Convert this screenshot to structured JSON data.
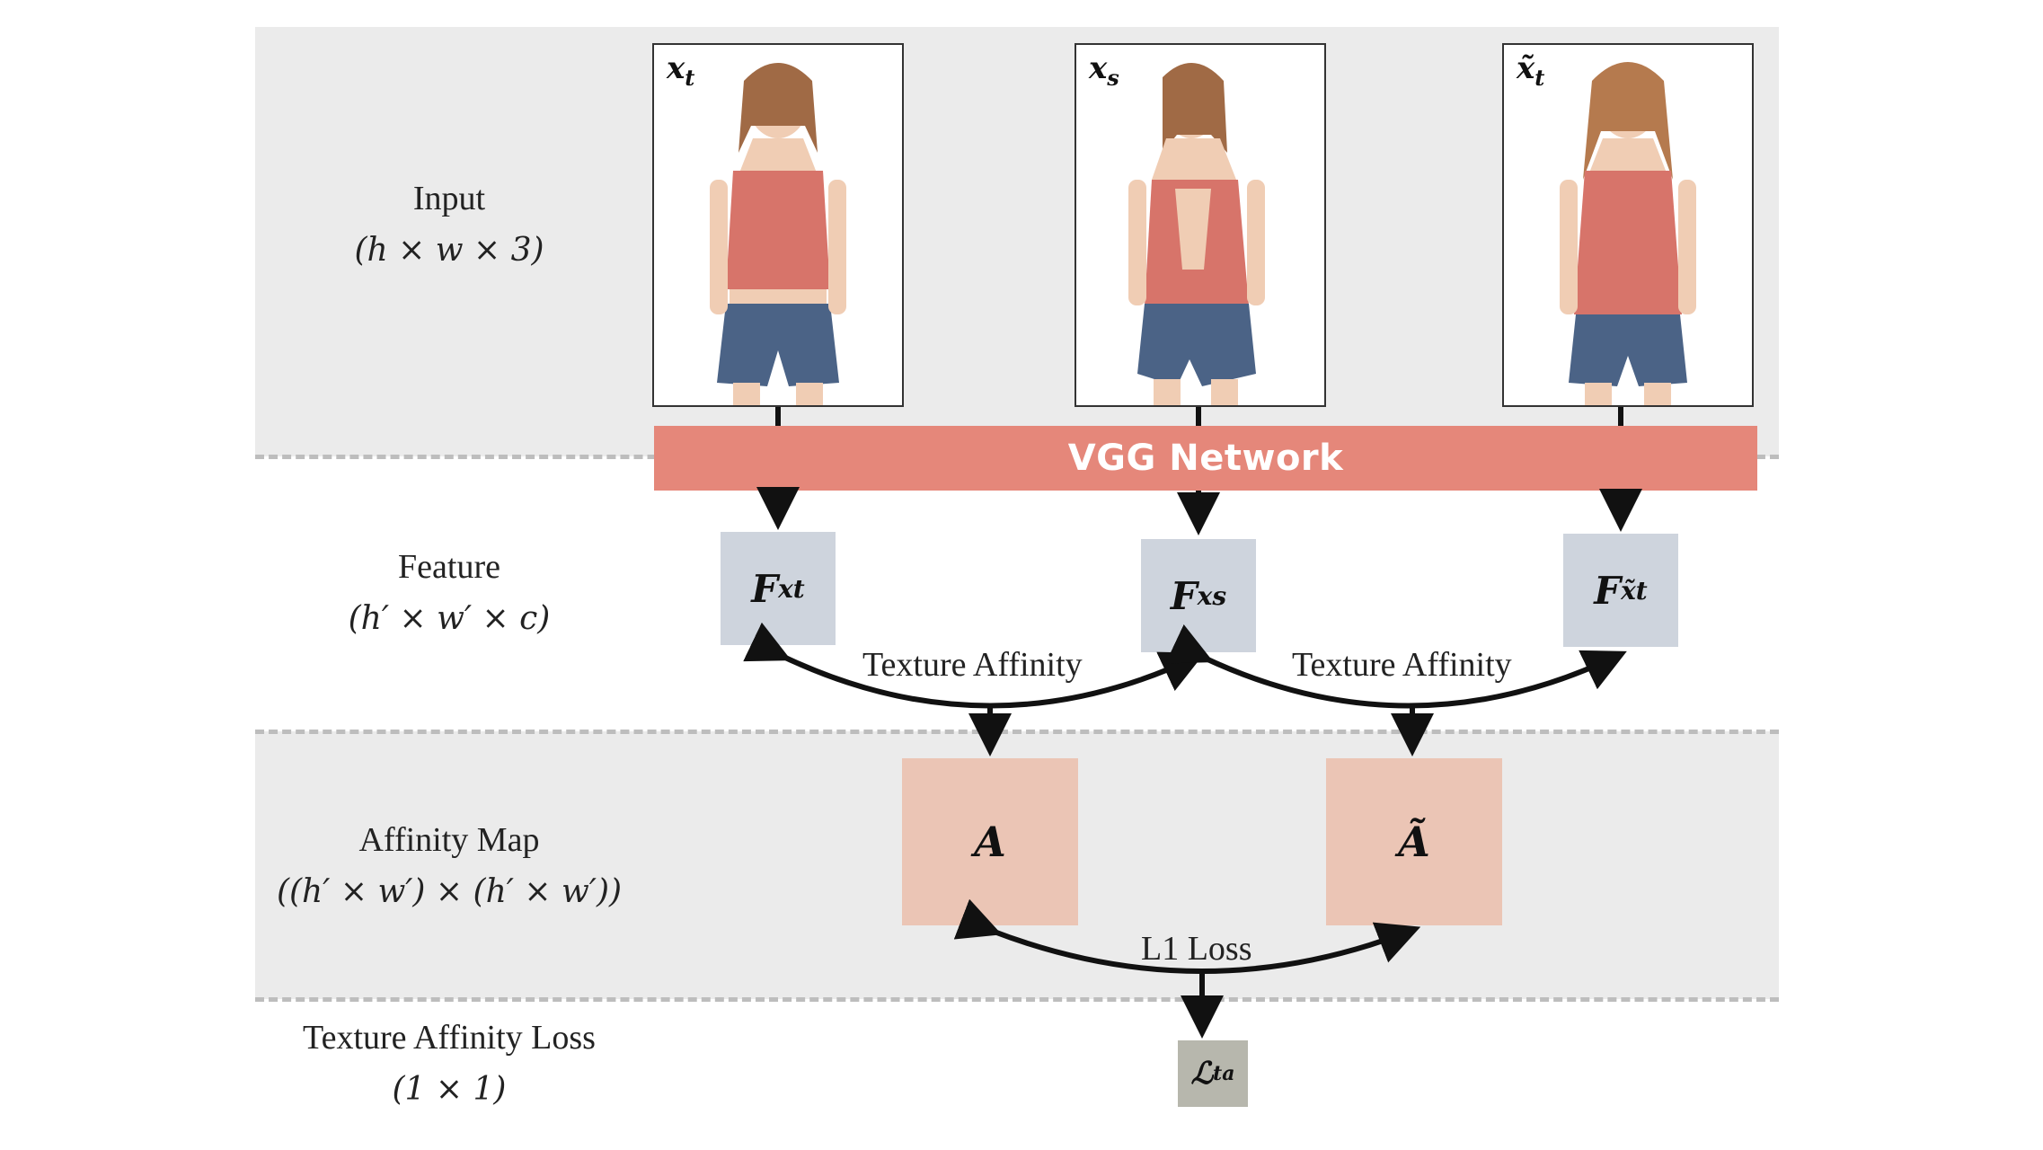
{
  "rows": {
    "input": {
      "title": "Input",
      "dims": "(h × w × 3)"
    },
    "feature": {
      "title": "Feature",
      "dims": "(h′ × w′ × c)"
    },
    "affinity": {
      "title": "Affinity Map",
      "dims": "((h′ × w′) × (h′ × w′))"
    },
    "loss": {
      "title": "Texture Affinity Loss",
      "dims": "(1 × 1)"
    }
  },
  "images": [
    {
      "symbol": "x",
      "sub": "t"
    },
    {
      "symbol": "x",
      "sub": "s"
    },
    {
      "symbol": "x̃",
      "sub": "t"
    }
  ],
  "network": {
    "label": "VGG Network"
  },
  "features": [
    {
      "symbol": "F",
      "sub": "xt"
    },
    {
      "symbol": "F",
      "sub": "xs"
    },
    {
      "symbol": "F",
      "sub": "x̃t"
    }
  ],
  "edges": {
    "texture_affinity_1": "Texture Affinity",
    "texture_affinity_2": "Texture Affinity",
    "l1_loss": "L1 Loss"
  },
  "affinity_maps": [
    {
      "symbol": "A"
    },
    {
      "symbol": "Ã"
    }
  ],
  "loss": {
    "symbol": "ℒ",
    "sub": "ta"
  },
  "colors": {
    "band": "#ebebeb",
    "vgg": "#e5877a",
    "feature": "#ced4dd",
    "affinity": "#ebc5b5",
    "loss": "#b7b7ad",
    "arrow": "#111111"
  }
}
